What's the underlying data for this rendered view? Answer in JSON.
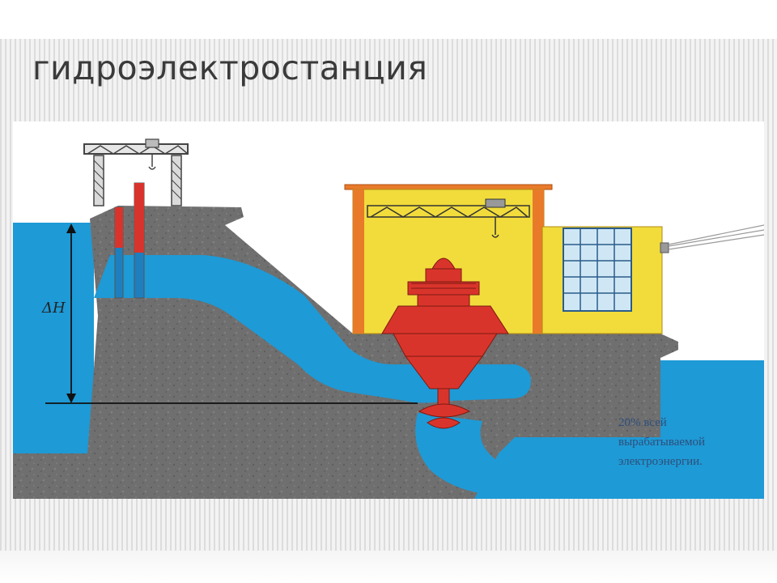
{
  "slide": {
    "title": "гидроэлектростанция"
  },
  "diagram": {
    "head_label": "ΔH",
    "caption_lines": [
      "20% всей",
      "вырабатываемой",
      "электроэнергии."
    ]
  },
  "colors": {
    "water": "#1e9ad6",
    "dam": "#6f6f6f",
    "turbine": "#d9342b",
    "building": "#f2dc3c",
    "roof_beam": "#e87a2a"
  }
}
